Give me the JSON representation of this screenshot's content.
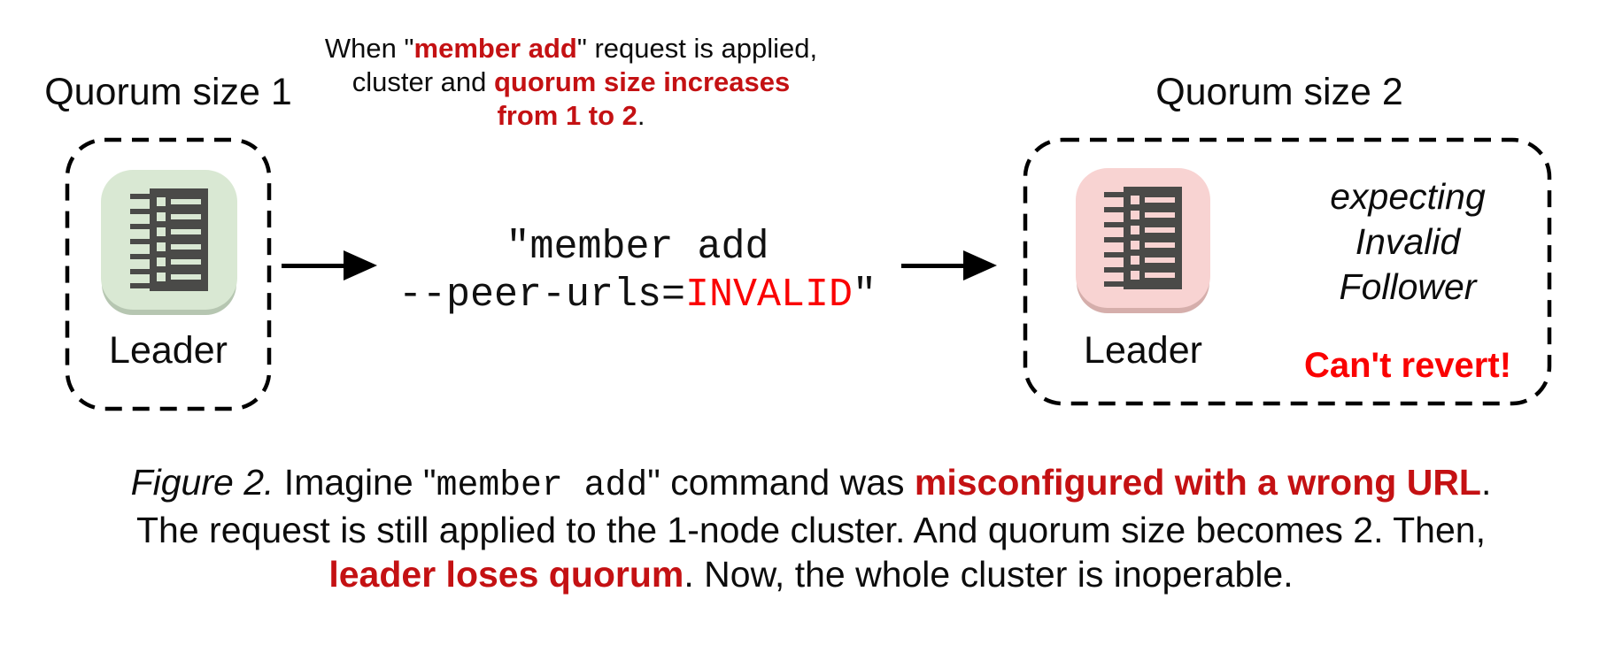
{
  "colors": {
    "red_emphasis": "#c41113",
    "red_bright": "#fa0202",
    "icon_green": "#d9e8d3",
    "icon_green_shadow": "#b6c6b1",
    "icon_pink": "#f8d3d2",
    "icon_pink_shadow": "#d5aeab",
    "glyph_dark": "#4a4a48"
  },
  "left_group": {
    "title": "Quorum size 1",
    "node_label": "Leader"
  },
  "right_group": {
    "title": "Quorum size 2",
    "node_label": "Leader",
    "status": "expecting\nInvalid\nFollower",
    "warning": "Can't revert!"
  },
  "note": {
    "lines": [
      [
        {
          "t": "When \"",
          "s": "plain"
        },
        {
          "t": "member add",
          "s": "boldred"
        },
        {
          "t": "\" request is applied,",
          "s": "plain"
        }
      ],
      [
        {
          "t": "cluster and ",
          "s": "plain"
        },
        {
          "t": "quorum size increases",
          "s": "boldred"
        }
      ],
      [
        {
          "t": "from 1 to 2",
          "s": "boldred"
        },
        {
          "t": ".",
          "s": "plain"
        }
      ]
    ]
  },
  "command": {
    "lines": [
      [
        {
          "t": "\"member add",
          "s": "plain"
        }
      ],
      [
        {
          "t": "--peer-urls=",
          "s": "plain"
        },
        {
          "t": "INVALID",
          "s": "monored"
        },
        {
          "t": "\"",
          "s": "plain"
        }
      ]
    ]
  },
  "caption": {
    "lines": [
      [
        {
          "t": "Figure 2.",
          "s": "italic"
        },
        {
          "t": " Imagine \"",
          "s": "plain"
        },
        {
          "t": "member add",
          "s": "mono"
        },
        {
          "t": "\" command was ",
          "s": "plain"
        },
        {
          "t": "misconfigured with a wrong URL",
          "s": "boldred"
        },
        {
          "t": ".",
          "s": "plain"
        }
      ],
      [
        {
          "t": "The request is still applied to the 1-node cluster. And quorum size becomes 2. Then,",
          "s": "plain"
        }
      ],
      [
        {
          "t": "leader loses quorum",
          "s": "boldred"
        },
        {
          "t": ". Now, the whole cluster is inoperable.",
          "s": "plain"
        }
      ]
    ]
  }
}
